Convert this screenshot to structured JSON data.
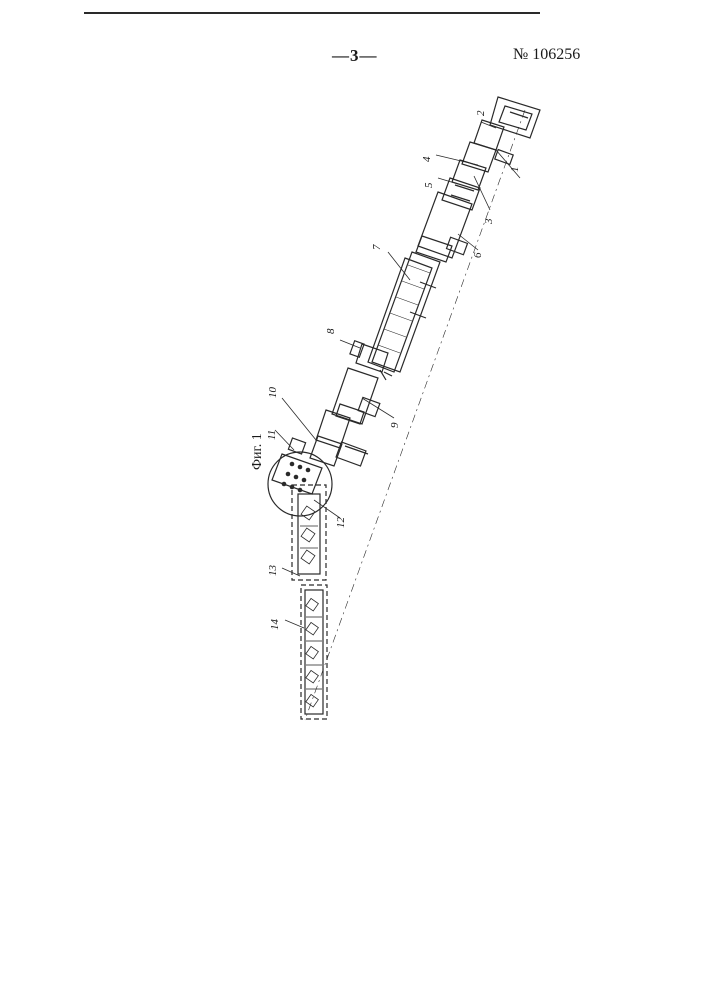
{
  "header": {
    "page_number": "—3—",
    "patent_number": "№ 106256"
  },
  "figure": {
    "label": "Фиг. 1",
    "callouts": [
      "1",
      "2",
      "3",
      "4",
      "5",
      "6",
      "7",
      "8",
      "9",
      "10",
      "11",
      "12",
      "13",
      "14"
    ]
  }
}
